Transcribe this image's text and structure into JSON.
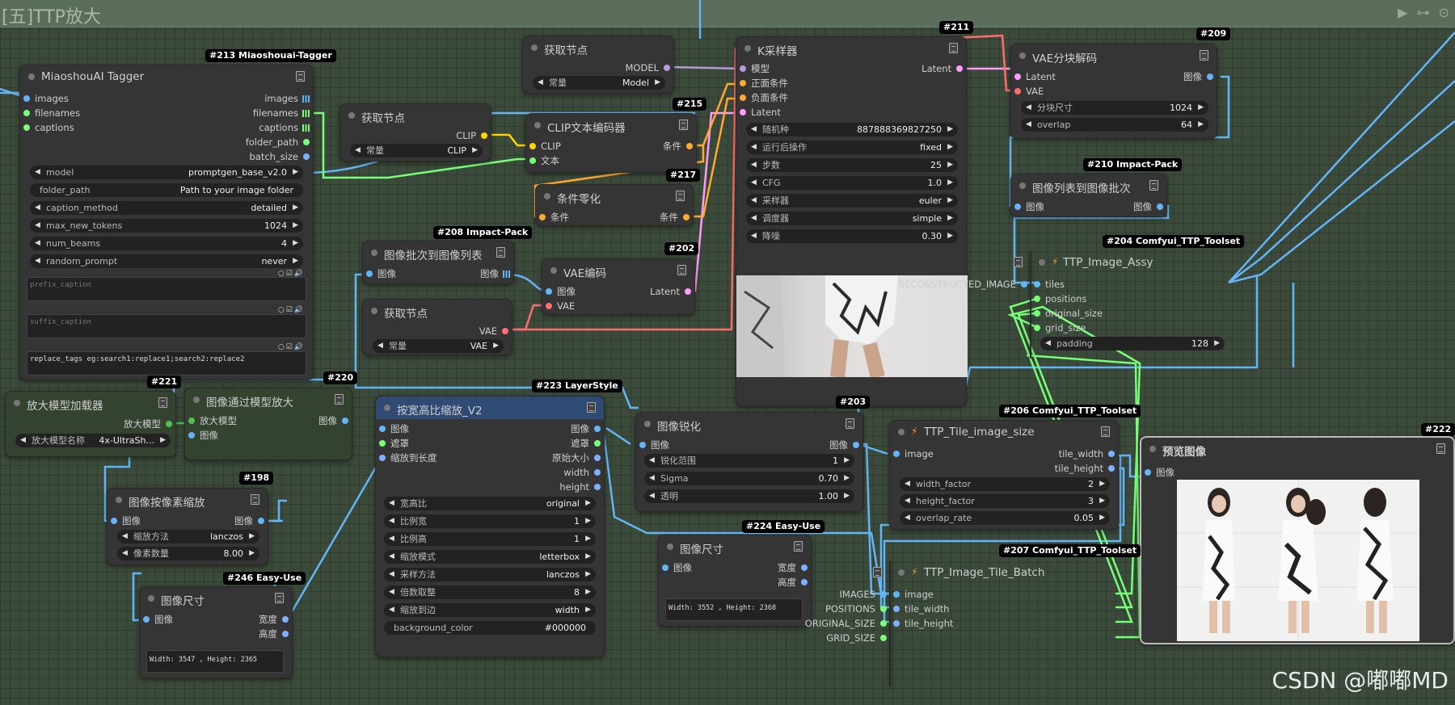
{
  "group": {
    "title": "[五]TTP放大"
  },
  "watermark": "CSDN @嘟嘟MD",
  "nodes": {
    "tagger": {
      "badge": "#213 Miaoshouai-Tagger",
      "title": "MiaoshouAI Tagger",
      "inputs": [
        "images",
        "filenames",
        "captions"
      ],
      "outputs": [
        "images",
        "filenames",
        "captions",
        "folder_path",
        "batch_size"
      ],
      "widgets": [
        {
          "label": "model",
          "value": "promptgen_base_v2.0"
        },
        {
          "label": "folder_path",
          "value": "Path to your image folder"
        },
        {
          "label": "caption_method",
          "value": "detailed"
        },
        {
          "label": "max_new_tokens",
          "value": "1024"
        },
        {
          "label": "num_beams",
          "value": "4"
        },
        {
          "label": "random_prompt",
          "value": "never"
        }
      ],
      "prefix_placeholder": "prefix_caption",
      "suffix_placeholder": "suffix_caption",
      "replace_text": "replace_tags eg:search1:replace1;search2:replace2"
    },
    "get_clip": {
      "title": "获取节点",
      "output": "CLIP",
      "w_label": "常量",
      "w_value": "CLIP"
    },
    "get_model": {
      "title": "获取节点",
      "output": "MODEL",
      "w_label": "常量",
      "w_value": "Model"
    },
    "clip_enc": {
      "badge": "#215",
      "title": "CLIP文本编码器",
      "inputs": [
        "CLIP",
        "文本"
      ],
      "output": "条件"
    },
    "cond_zero": {
      "badge": "#217",
      "title": "条件零化",
      "input": "条件",
      "output": "条件"
    },
    "img_batch_list": {
      "badge": "#208 Impact-Pack",
      "title": "图像批次到图像列表",
      "input": "图像",
      "output": "图像"
    },
    "vae_enc": {
      "badge": "#202",
      "title": "VAE编码",
      "inputs": [
        "图像",
        "VAE"
      ],
      "output": "Latent"
    },
    "get_vae": {
      "title": "获取节点",
      "output": "VAE",
      "w_label": "常量",
      "w_value": "VAE"
    },
    "ksampler": {
      "badge": "#211",
      "title": "K采样器",
      "inputs": [
        "模型",
        "正面条件",
        "负面条件",
        "Latent"
      ],
      "output": "Latent",
      "widgets": [
        {
          "label": "随机种",
          "value": "887888369827250"
        },
        {
          "label": "运行后操作",
          "value": "fixed"
        },
        {
          "label": "步数",
          "value": "25"
        },
        {
          "label": "CFG",
          "value": "1.0"
        },
        {
          "label": "采样器",
          "value": "euler"
        },
        {
          "label": "调度器",
          "value": "simple"
        },
        {
          "label": "降噪",
          "value": "0.30"
        }
      ]
    },
    "vae_tile_dec": {
      "badge": "#209",
      "title": "VAE分块解码",
      "inputs": [
        "Latent",
        "VAE"
      ],
      "output": "图像",
      "widgets": [
        {
          "label": "分块尺寸",
          "value": "1024"
        },
        {
          "label": "overlap",
          "value": "64"
        }
      ]
    },
    "list_to_batch": {
      "badge": "#210 Impact-Pack",
      "title": "图像列表到图像批次",
      "input": "图像",
      "output": "图像"
    },
    "ttp_assy": {
      "badge": "#204 Comfyui_TTP_Toolset",
      "title": "TTP_Image_Assy",
      "inputs": [
        "tiles",
        "positions",
        "original_size",
        "grid_size"
      ],
      "output": "RECONSTRUCTED_IMAGE",
      "widgets": [
        {
          "label": "padding",
          "value": "128"
        }
      ]
    },
    "upscale_loader": {
      "badge": "#221",
      "title": "放大模型加载器",
      "output": "放大模型",
      "w_label": "放大模型名称",
      "w_value": "4x-UltraSh..."
    },
    "upscale_with_model": {
      "badge": "#220",
      "title": "图像通过模型放大",
      "inputs": [
        "放大模型",
        "图像"
      ],
      "output": "图像"
    },
    "scale_v2": {
      "badge": "#223 LayerStyle",
      "title": "按宽高比缩放_V2",
      "inputs": [
        "图像",
        "遮罩",
        "缩放到长度"
      ],
      "outputs": [
        "图像",
        "遮罩",
        "原始大小",
        "width",
        "height"
      ],
      "widgets": [
        {
          "label": "宽高比",
          "value": "original"
        },
        {
          "label": "比例宽",
          "value": "1"
        },
        {
          "label": "比例高",
          "value": "1"
        },
        {
          "label": "缩放模式",
          "value": "letterbox"
        },
        {
          "label": "采样方法",
          "value": "lanczos"
        },
        {
          "label": "倍数取整",
          "value": "8"
        },
        {
          "label": "缩放到边",
          "value": "width"
        }
      ],
      "bg_label": "background_color",
      "bg_value": "#000000"
    },
    "sharpen": {
      "badge": "#203",
      "title": "图像锐化",
      "input": "图像",
      "output": "图像",
      "widgets": [
        {
          "label": "锐化范围",
          "value": "1"
        },
        {
          "label": "Sigma",
          "value": "0.70"
        },
        {
          "label": "透明",
          "value": "1.00"
        }
      ]
    },
    "pixel_scale": {
      "badge": "#198",
      "title": "图像按像素缩放",
      "input": "图像",
      "output": "图像",
      "widgets": [
        {
          "label": "缩放方法",
          "value": "lanczos"
        },
        {
          "label": "像素数量",
          "value": "8.00"
        }
      ]
    },
    "img_size_1": {
      "badge": "#246 Easy-Use",
      "title": "图像尺寸",
      "input": "图像",
      "outputs": [
        "宽度",
        "高度"
      ],
      "text": "Width: 3547 , Height: 2365"
    },
    "img_size_2": {
      "badge": "#224 Easy-Use",
      "title": "图像尺寸",
      "input": "图像",
      "outputs": [
        "宽度",
        "高度"
      ],
      "text": "Width: 3552 , Height: 2368"
    },
    "tile_size": {
      "badge": "#206 Comfyui_TTP_Toolset",
      "title": "TTP_Tile_image_size",
      "input": "image",
      "outputs": [
        "tile_width",
        "tile_height"
      ],
      "widgets": [
        {
          "label": "width_factor",
          "value": "2"
        },
        {
          "label": "height_factor",
          "value": "3"
        },
        {
          "label": "overlap_rate",
          "value": "0.05"
        }
      ]
    },
    "tile_batch": {
      "badge": "#207 Comfyui_TTP_Toolset",
      "title": "TTP_Image_Tile_Batch",
      "inputs": [
        "image",
        "tile_width",
        "tile_height"
      ],
      "outputs": [
        "IMAGES",
        "POSITIONS",
        "ORIGINAL_SIZE",
        "GRID_SIZE"
      ]
    },
    "preview": {
      "badge": "#222",
      "title": "预览图像",
      "input": "图像"
    }
  },
  "colors": {
    "image": "#64b5f6",
    "latent": "#ff9cf9",
    "vae": "#ff6e6e",
    "clip": "#ffd500",
    "cond": "#ffa931",
    "model": "#b39ddb",
    "string": "#77ff77",
    "int": "#7fb0ff",
    "upscale": "#4dc34d"
  }
}
